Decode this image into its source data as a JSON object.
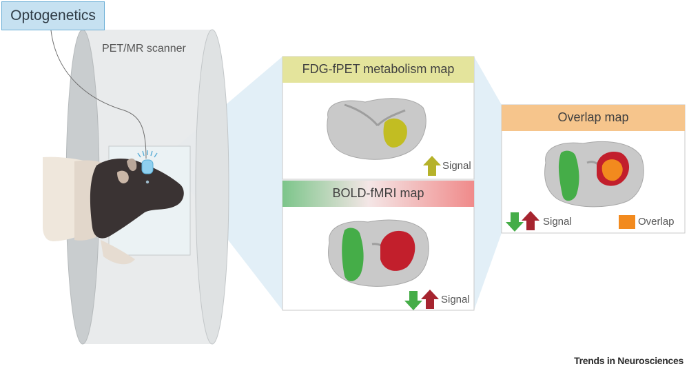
{
  "labels": {
    "optogenetics": "Optogenetics",
    "scanner": "PET/MR scanner",
    "fpet_title": "FDG-fPET metabolism map",
    "fmri_title": "BOLD-fMRI map",
    "overlap_title": "Overlap map",
    "signal": "Signal",
    "overlap": "Overlap",
    "credit": "Trends in Neurosciences"
  },
  "colors": {
    "fpet_header": "#e4e49c",
    "fmri_header_left": "#7cc58a",
    "fmri_header_right": "#f08a8a",
    "overlap_header": "#f6c58c",
    "brain_gray": "#c9c9c9",
    "fpet_activation": "#c2bd22",
    "decrease_green": "#45ad48",
    "increase_red": "#c21f2c",
    "overlap_orange": "#f28a1e",
    "scanner": "#d9dcdd"
  }
}
